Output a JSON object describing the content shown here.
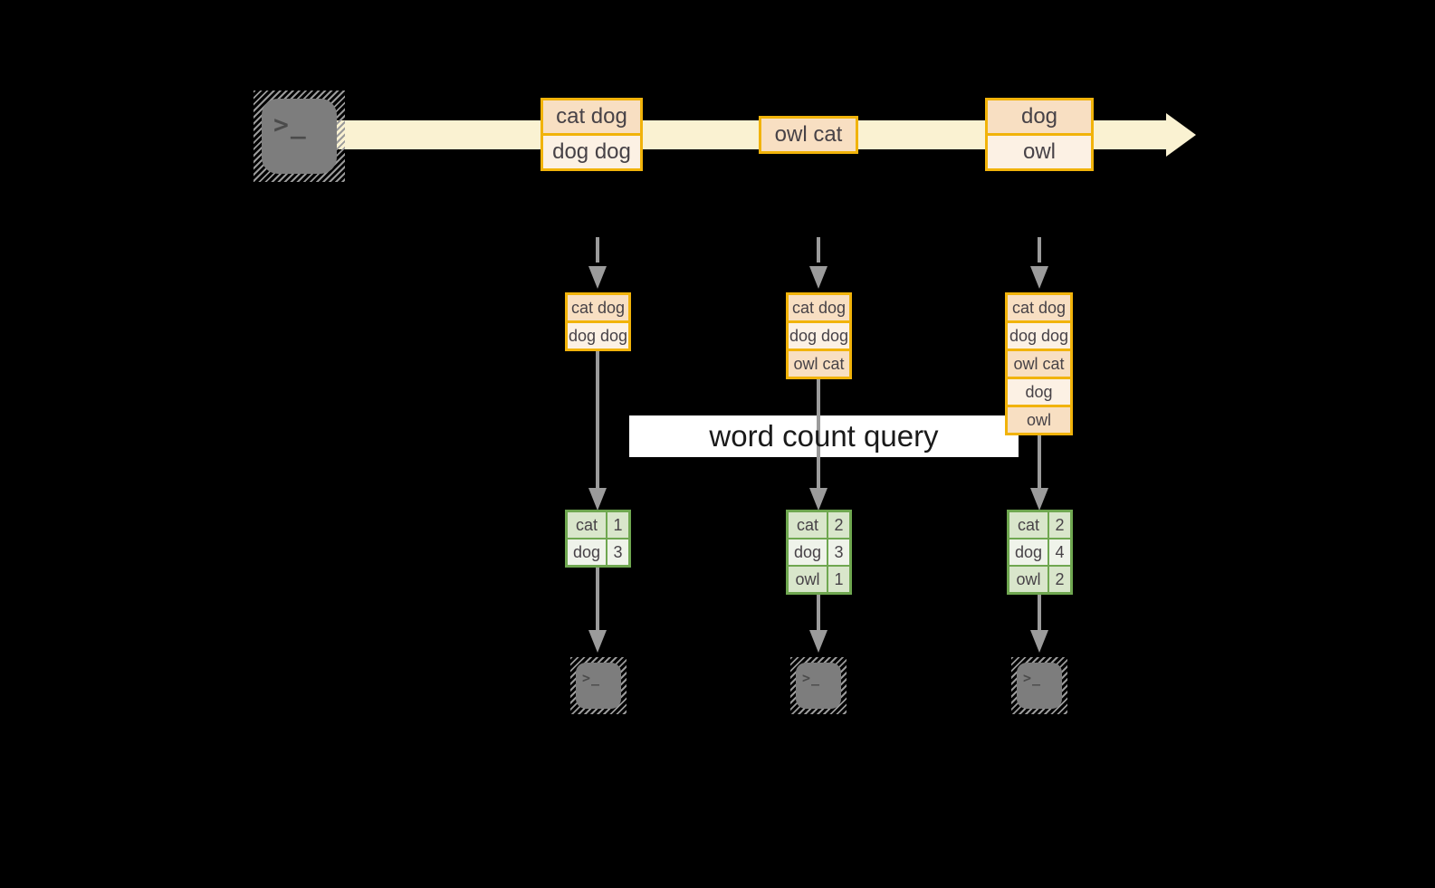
{
  "colors": {
    "background": "#000000",
    "stream_fill": "#FAF2D2",
    "record_border": "#F1B30A",
    "record_fill_dark": "#F8DFC2",
    "record_fill_light": "#FCF1E4",
    "table_border": "#6FA750",
    "table_fill_dark": "#D9E6CB",
    "table_fill_light": "#EFF3EA",
    "connector_gray": "#9B9B9B",
    "query_band": "#FFFFFF"
  },
  "source_terminal": {
    "icon": "terminal-prompt-icon",
    "glyph": ">_"
  },
  "stream": {
    "events": [
      {
        "rows": [
          "cat dog",
          "dog dog"
        ]
      },
      {
        "rows": [
          "owl cat"
        ]
      },
      {
        "rows": [
          "dog",
          "owl"
        ]
      }
    ]
  },
  "windows": [
    {
      "rows": [
        "cat dog",
        "dog dog"
      ]
    },
    {
      "rows": [
        "cat dog",
        "dog dog",
        "owl cat"
      ]
    },
    {
      "rows": [
        "cat dog",
        "dog dog",
        "owl cat",
        "dog",
        "owl"
      ]
    }
  ],
  "query": {
    "label": "word count query"
  },
  "results": [
    {
      "rows": [
        [
          "cat",
          "1"
        ],
        [
          "dog",
          "3"
        ]
      ]
    },
    {
      "rows": [
        [
          "cat",
          "2"
        ],
        [
          "dog",
          "3"
        ],
        [
          "owl",
          "1"
        ]
      ]
    },
    {
      "rows": [
        [
          "cat",
          "2"
        ],
        [
          "dog",
          "4"
        ],
        [
          "owl",
          "2"
        ]
      ]
    }
  ],
  "sink_terminals": [
    {
      "icon": "terminal-prompt-icon",
      "glyph": ">_"
    },
    {
      "icon": "terminal-prompt-icon",
      "glyph": ">_"
    },
    {
      "icon": "terminal-prompt-icon",
      "glyph": ">_"
    }
  ]
}
